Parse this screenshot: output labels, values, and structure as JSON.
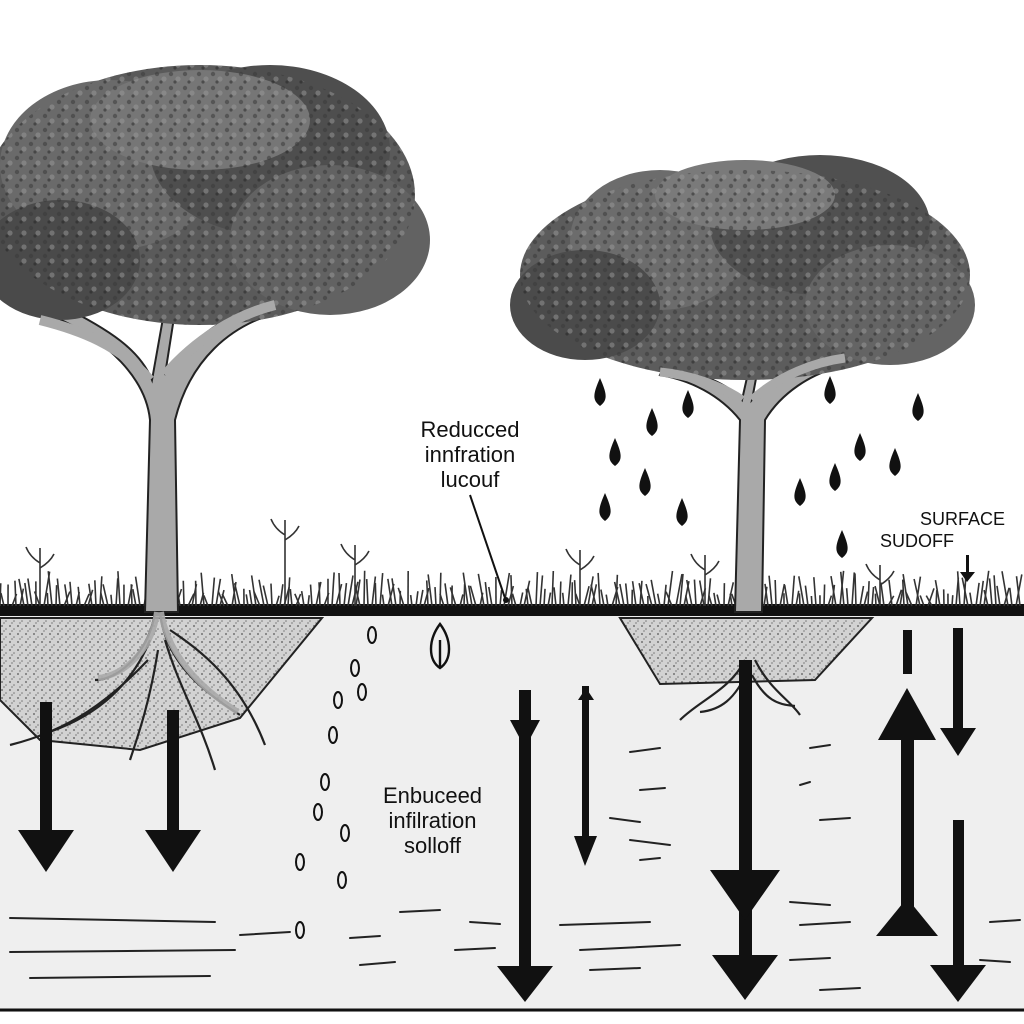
{
  "labels": {
    "reduced": {
      "line1": "Reducced",
      "line2": "innfration",
      "line3": "lucouf"
    },
    "enhanced": {
      "line1": "Enbuceed",
      "line2": "infilration",
      "line3": "solloff"
    },
    "surface": {
      "line1": "SURFACE",
      "line2": "SUDOFF"
    }
  },
  "colors": {
    "ink": "#111111",
    "foliage": "#5a5a5a",
    "trunk": "#a9a9a9",
    "soil": "#efefef",
    "basin": "#cfcfcf"
  },
  "icons": [
    "tree-icon",
    "raindrop-icon",
    "grass-icon",
    "down-arrow-icon",
    "up-arrow-icon"
  ]
}
